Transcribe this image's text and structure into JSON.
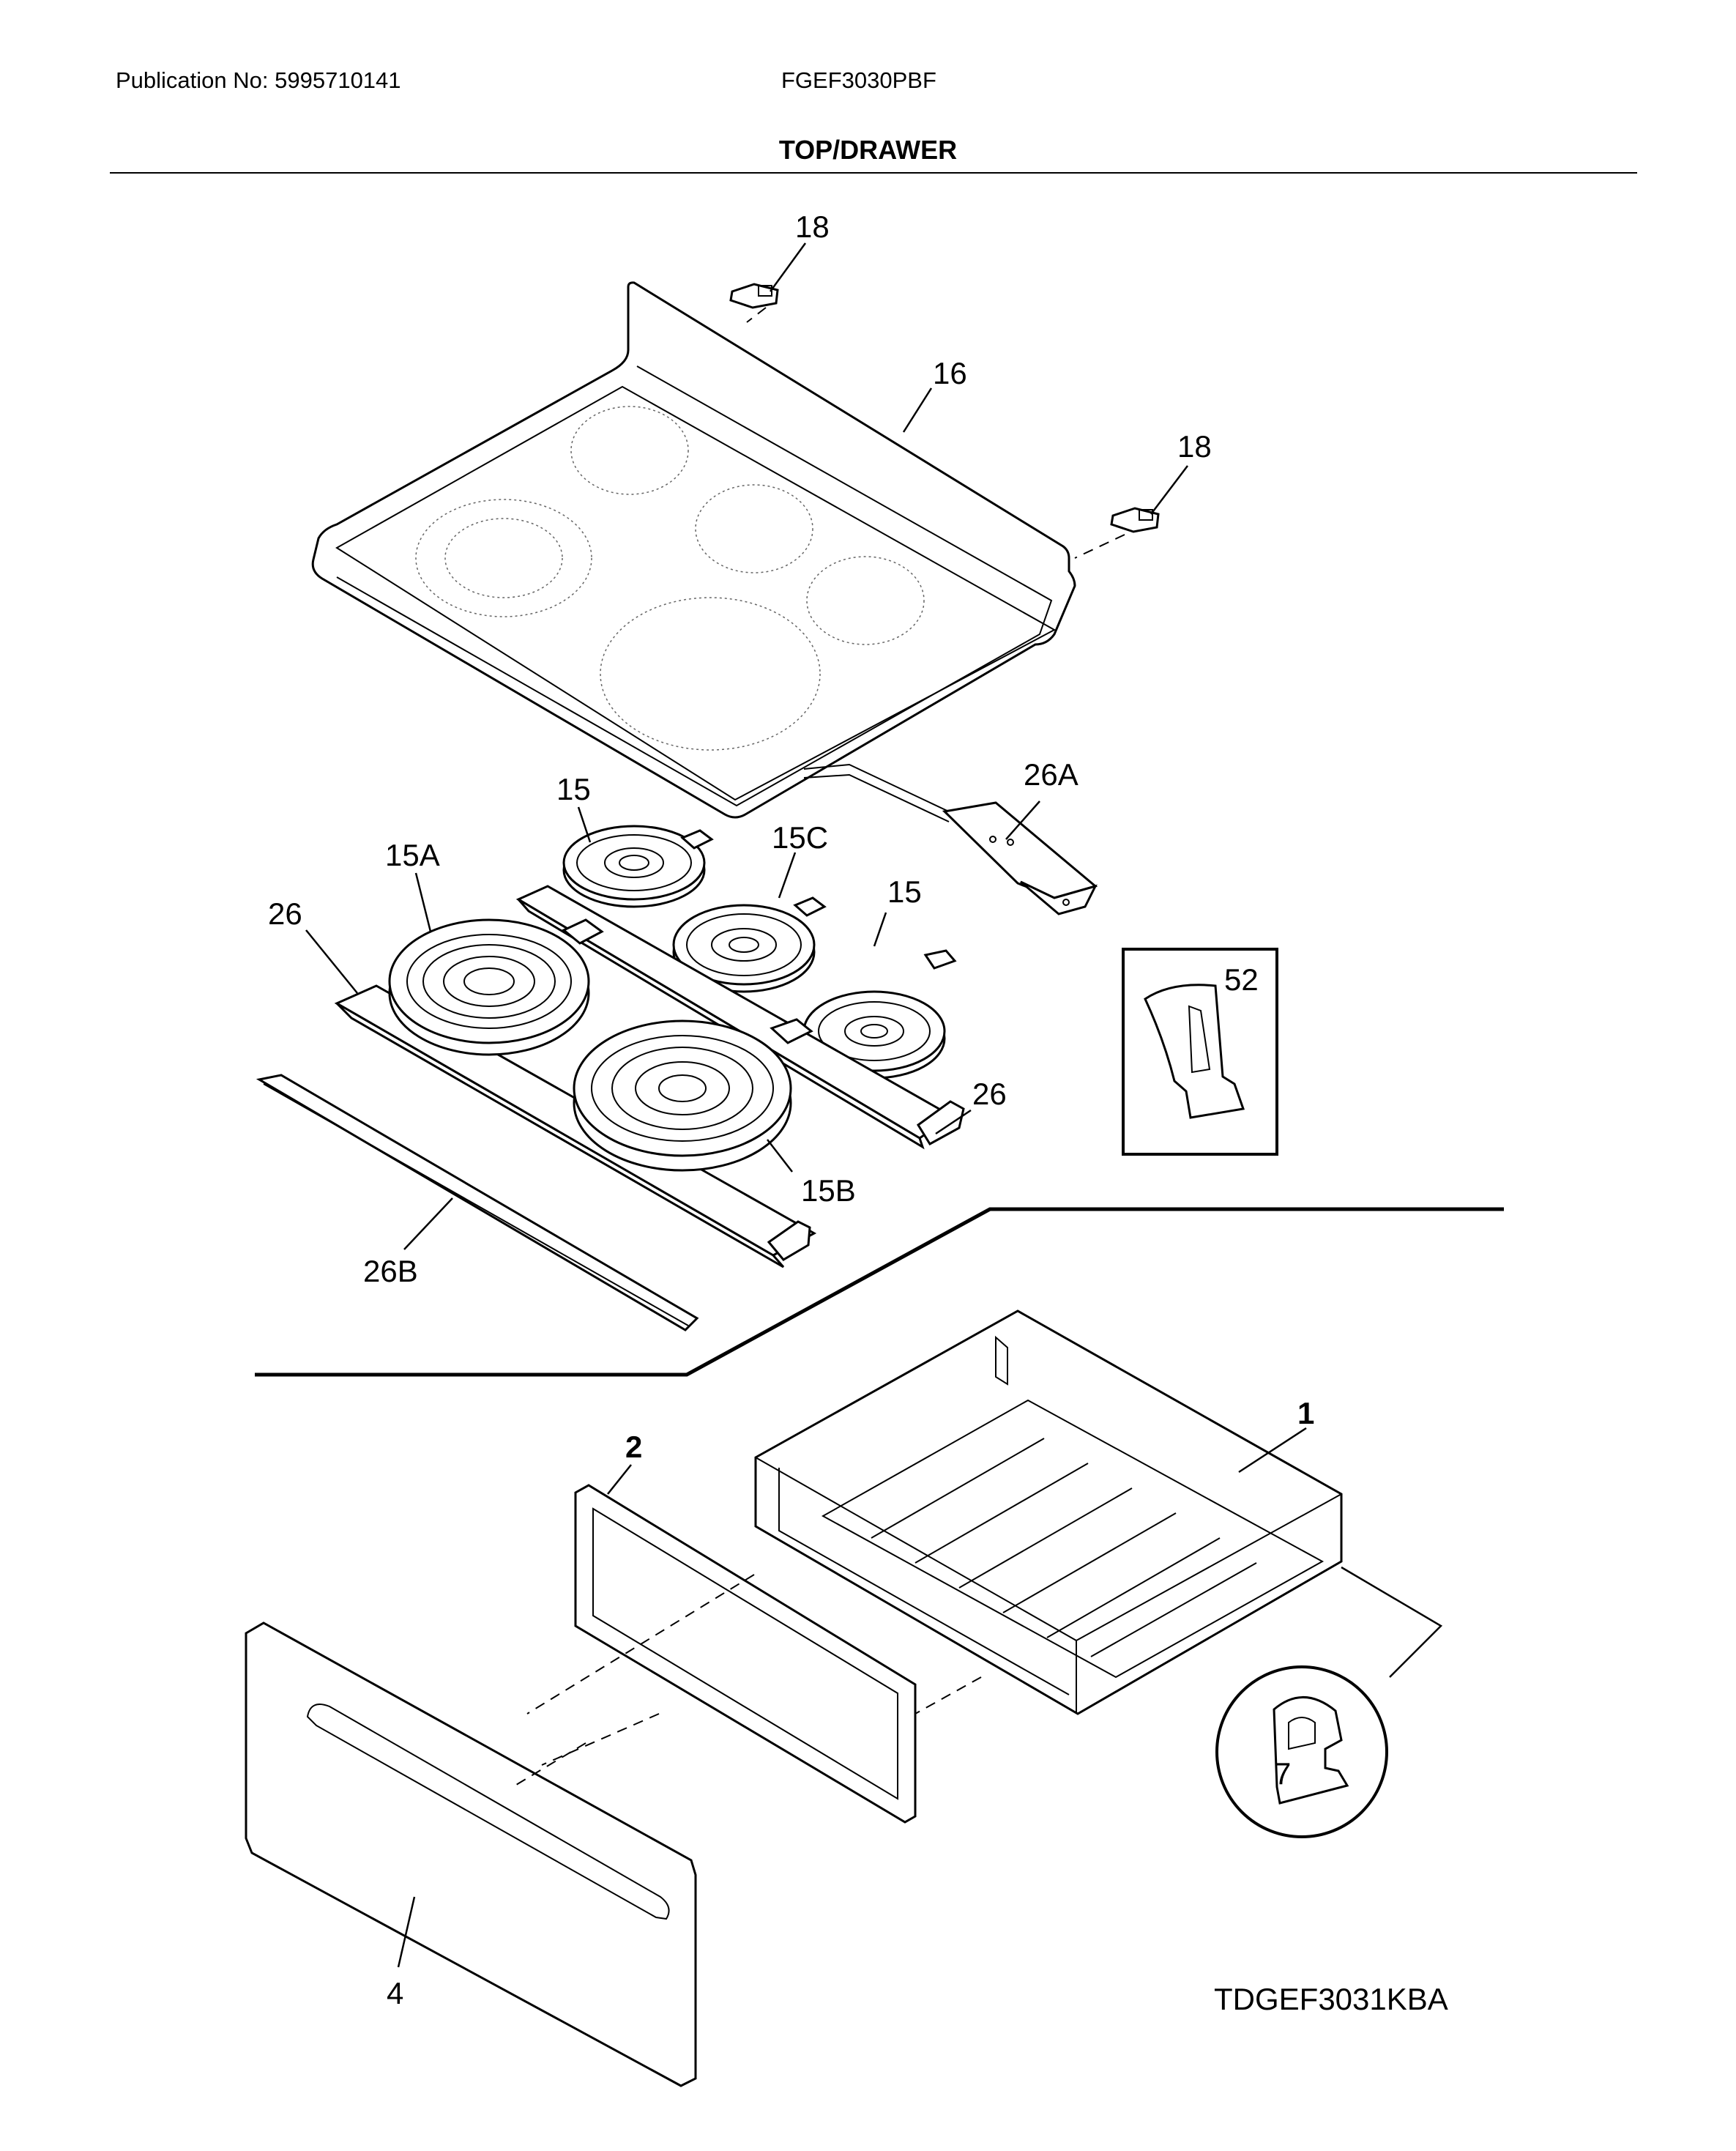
{
  "header": {
    "publication": "Publication No: 5995710141",
    "model": "FGEF3030PBF",
    "section_title": "TOP/DRAWER"
  },
  "callouts": {
    "c18a": "18",
    "c16": "16",
    "c18b": "18",
    "c26a": "26A",
    "c15a_top": "15",
    "c15c": "15C",
    "c15_right": "15",
    "c15A": "15A",
    "c26_left": "26",
    "c52": "52",
    "c26_right": "26",
    "c15B": "15B",
    "c26B": "26B",
    "c1": "1",
    "c2": "2",
    "c7": "7",
    "c4": "4"
  },
  "diagram_code": "TDGEF3031KBA"
}
